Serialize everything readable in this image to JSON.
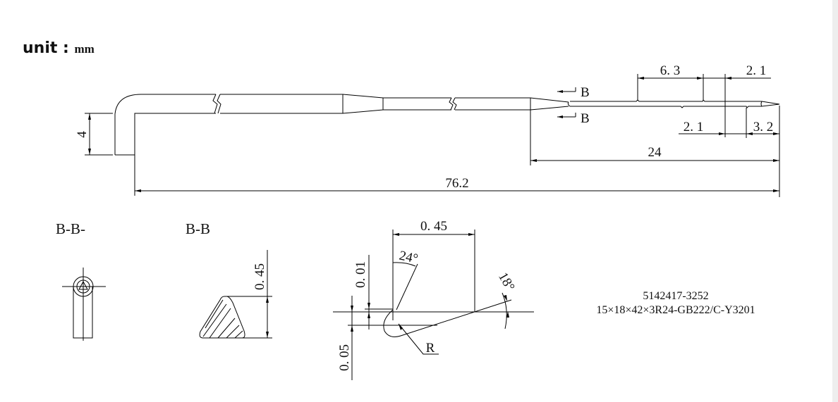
{
  "unit": {
    "label": "unit :",
    "value": "mm"
  },
  "main_view": {
    "dims": {
      "height_4": "4",
      "total_length": "76.2",
      "blade_24": "24",
      "groove_6_3": "6. 3",
      "top_2_1": "2. 1",
      "bottom_2_1": "2. 1",
      "tip_3_2": "3. 2"
    },
    "section_marks": [
      "B",
      "B"
    ]
  },
  "section_views": {
    "end_view_title": "B-B-",
    "section_title": "B-B",
    "section_height": "0. 45"
  },
  "tip_detail": {
    "width": "0. 45",
    "angle_24": "24°",
    "angle_18": "18°",
    "offset_001": "0. 01",
    "offset_005": "0. 05",
    "radius": "R"
  },
  "notes": {
    "part_number": "5142417-3252",
    "spec": "15×18×42×3R24-GB222/C-Y3201"
  }
}
